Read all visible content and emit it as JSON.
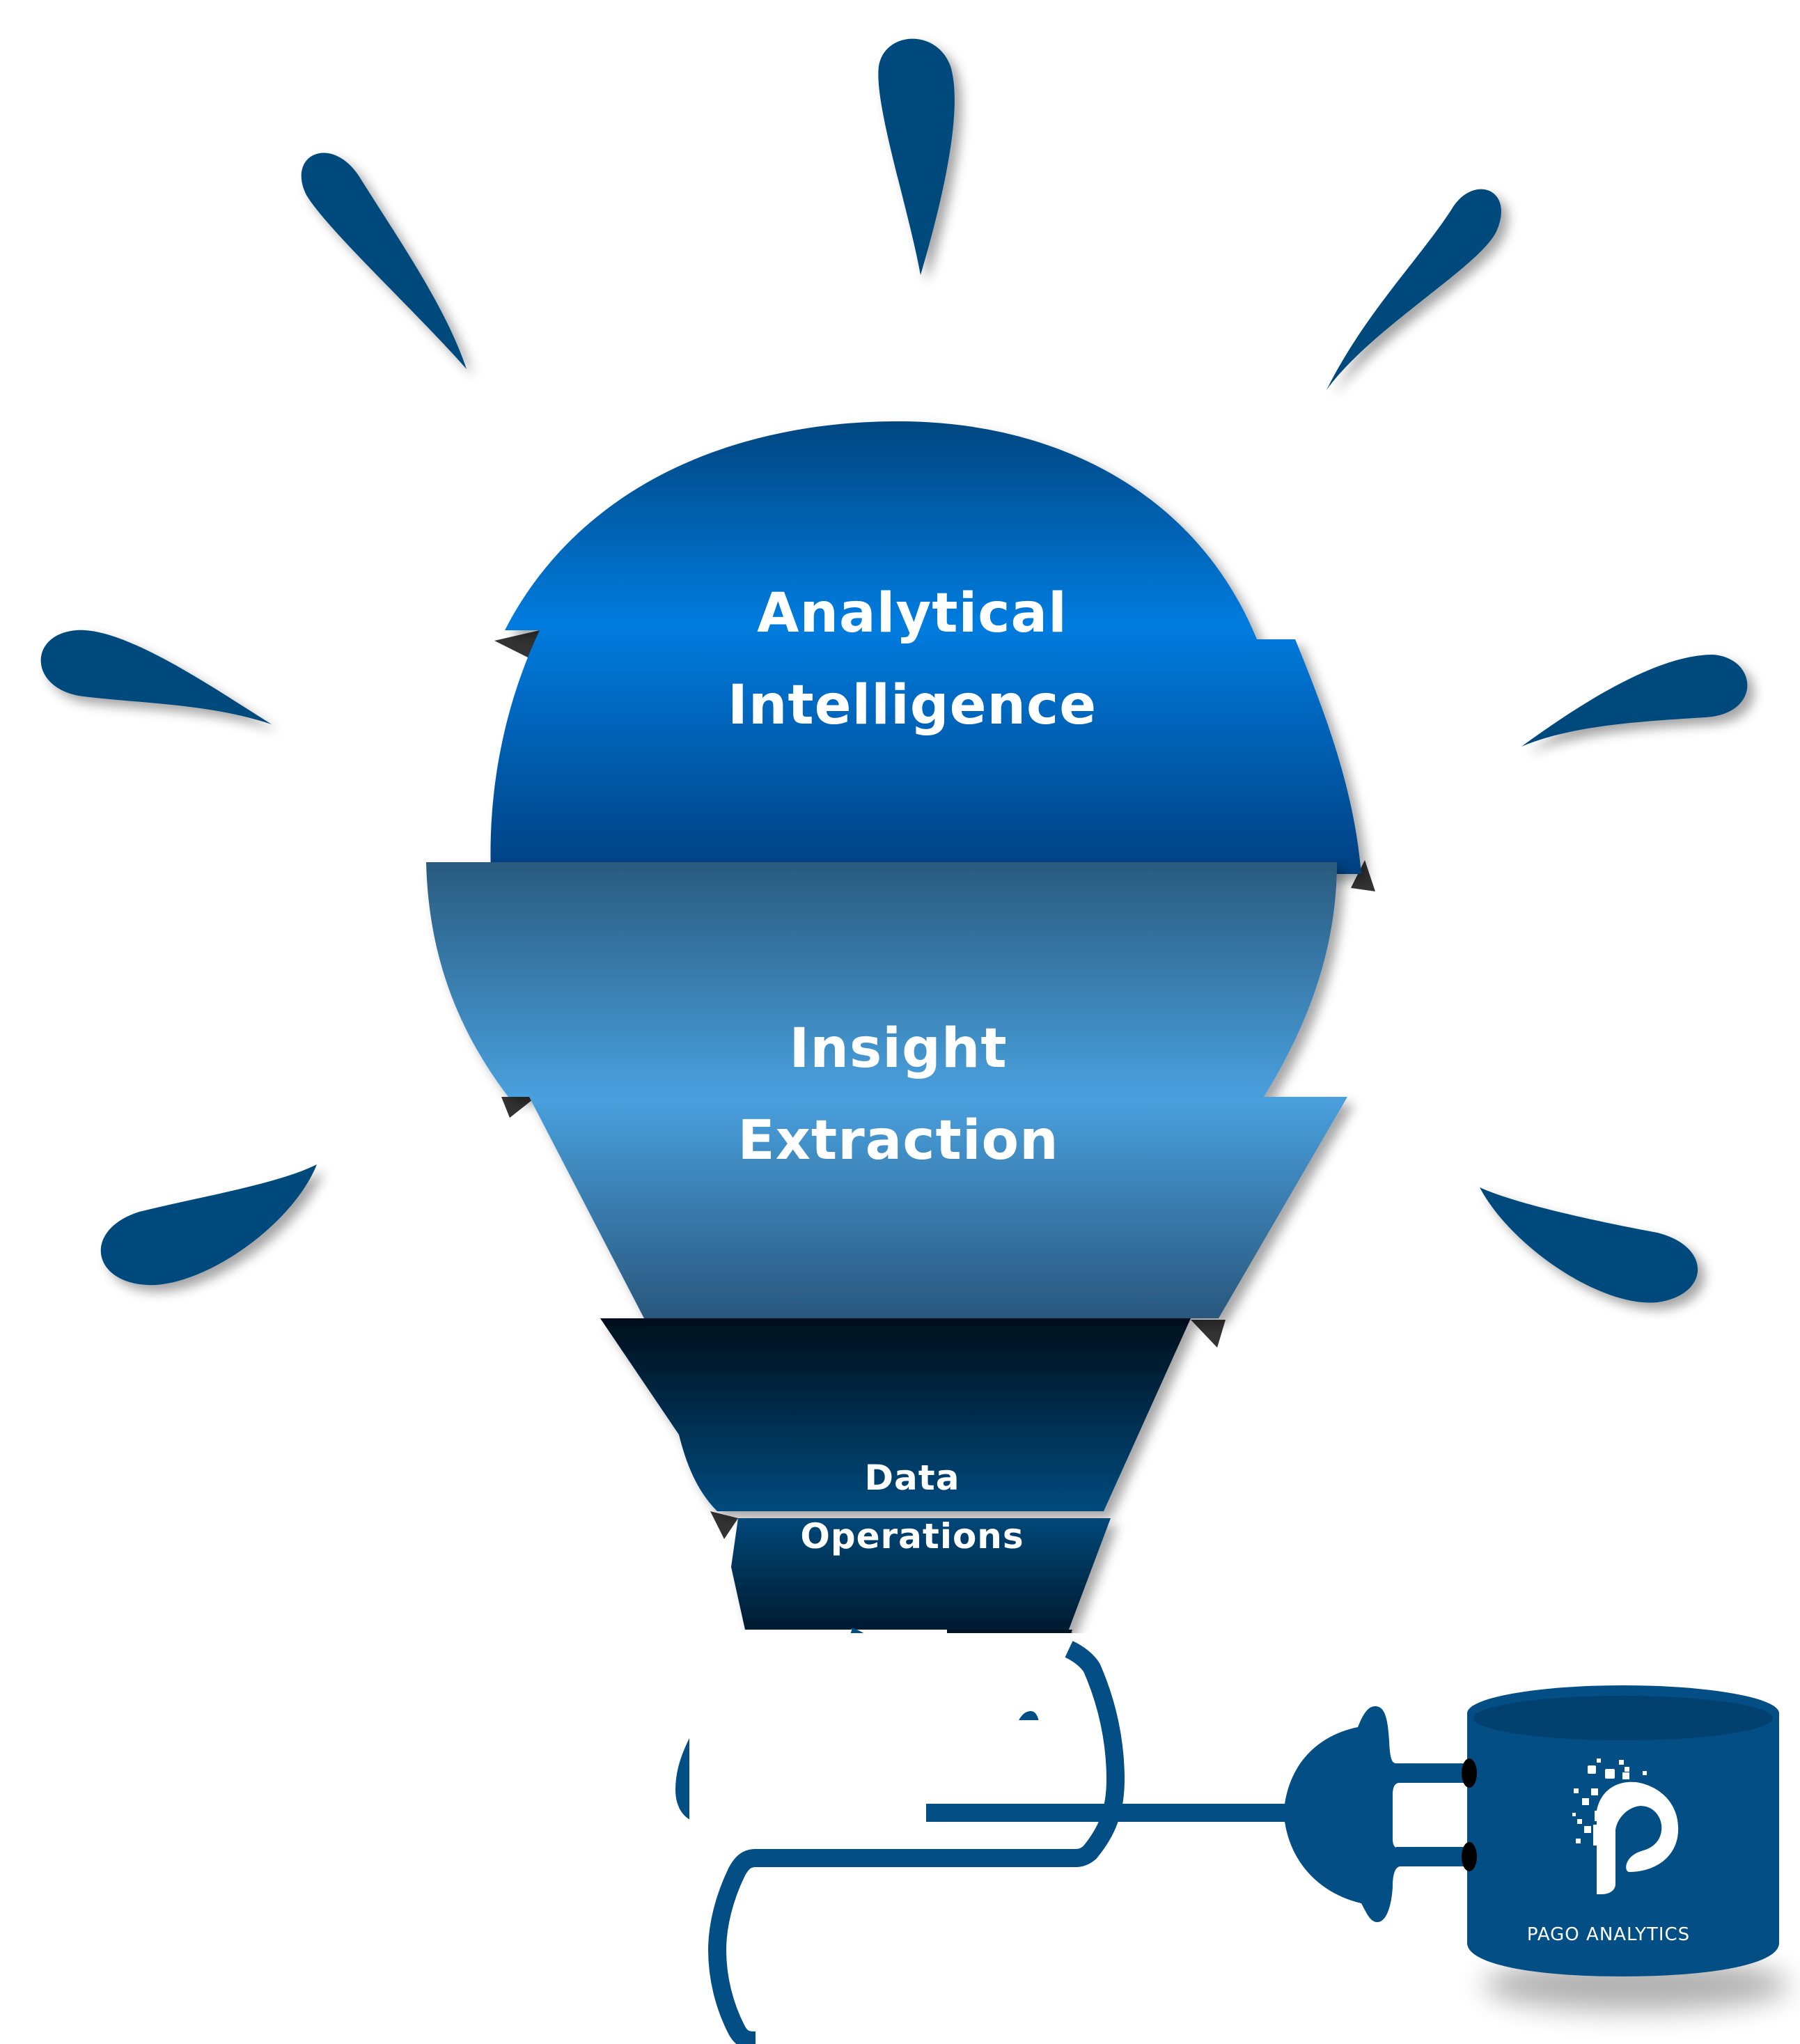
{
  "diagram": {
    "type": "layered lightbulb",
    "layers": [
      {
        "id": "top",
        "lines": [
          "Analytical",
          "Intelligence"
        ],
        "color": "#0078D7"
      },
      {
        "id": "middle",
        "lines": [
          "Insight",
          "Extraction"
        ],
        "color": "#3F8FC7"
      },
      {
        "id": "bottom",
        "lines": [
          "Data",
          "Operations"
        ],
        "color": "#012A4A"
      }
    ],
    "brand": {
      "name": "PAGO ANALYTICS",
      "logo_icon": "pixel-p-logo-icon",
      "container": "cylinder",
      "color": "#034E85"
    },
    "decorations": {
      "rays": 7,
      "ray_color": "#034A7C",
      "cord_color": "#034E85",
      "plug": "plug-icon"
    }
  }
}
